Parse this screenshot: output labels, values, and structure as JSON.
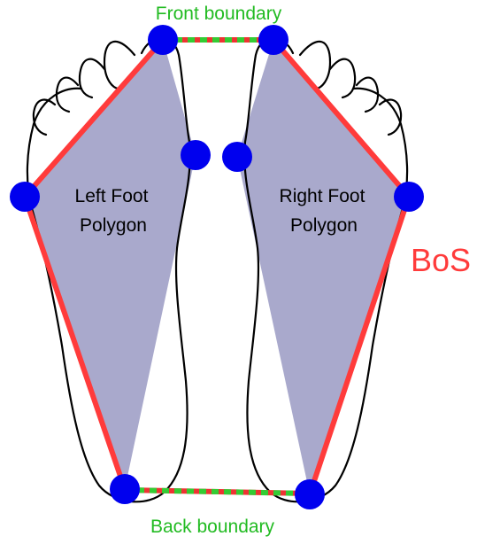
{
  "labels": {
    "front_boundary": "Front boundary",
    "back_boundary": "Back boundary",
    "left_polygon_line1": "Left Foot",
    "left_polygon_line2": "Polygon",
    "right_polygon_line1": "Right Foot",
    "right_polygon_line2": "Polygon",
    "bos": "BoS"
  },
  "colors": {
    "boundary_text": "#22bb22",
    "bos_line": "#ff3b3b",
    "polygon_fill": "#a9a9cc",
    "marker": "#0000ee",
    "outline": "#000000",
    "dash_green": "#33cc33",
    "dash_red": "#ee3333"
  }
}
